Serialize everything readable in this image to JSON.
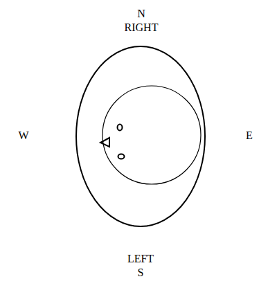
{
  "diagram": {
    "labels": [
      "N",
      "RIGHT",
      "W",
      "E",
      "LEFT",
      "S"
    ]
  }
}
